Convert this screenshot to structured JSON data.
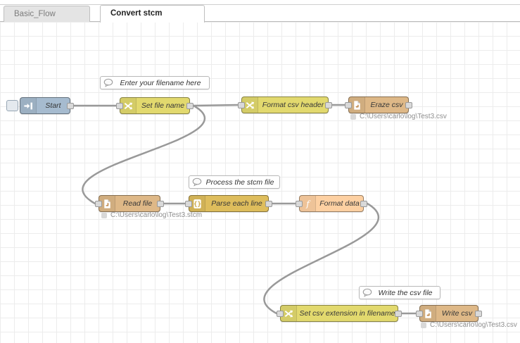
{
  "tabs": [
    {
      "label": "Basic_Flow",
      "active": false
    },
    {
      "label": "Convert stcm",
      "active": true
    }
  ],
  "flow": {
    "nodes": {
      "start": {
        "label": "Start",
        "type": "inject"
      },
      "set_file_name": {
        "label": "Set file name",
        "type": "change"
      },
      "format_csv_header": {
        "label": "Format csv header",
        "type": "change"
      },
      "eraze_csv": {
        "label": "Eraze csv",
        "type": "file",
        "caption": "C:\\Users\\carlo\\log\\Test3.csv"
      },
      "read_file": {
        "label": "Read file",
        "type": "file",
        "caption": "C:\\Users\\carlo\\log\\Test3.stcm"
      },
      "parse_each_line": {
        "label": "Parse each line",
        "type": "split"
      },
      "format_data": {
        "label": "Format data",
        "type": "function"
      },
      "set_csv_extension": {
        "label": "Set csv extension in filename",
        "type": "change"
      },
      "write_csv": {
        "label": "Write csv",
        "type": "file",
        "caption": "C:\\Users\\carlo\\log\\Test3.csv"
      }
    },
    "comments": {
      "c1": {
        "label": "Enter your filename here"
      },
      "c2": {
        "label": "Process the stcm file"
      },
      "c3": {
        "label": "Write the csv file"
      }
    }
  },
  "colors": {
    "inject_node": "#a6bbcf",
    "change_node": "#e2d96e",
    "split_node": "#debd5c",
    "function_node": "#fdd0a2",
    "file_node": "#deb887",
    "wire": "#999999",
    "grid": "#ececec"
  },
  "icons": {
    "start": "inject-arrow-icon",
    "change_nodes": "shuffle-arrows-icon",
    "file_nodes": "file-page-icon",
    "parse_each_line": "curly-braces-icon",
    "format_data": "function-f-icon",
    "comments": "speech-bubble-icon"
  }
}
